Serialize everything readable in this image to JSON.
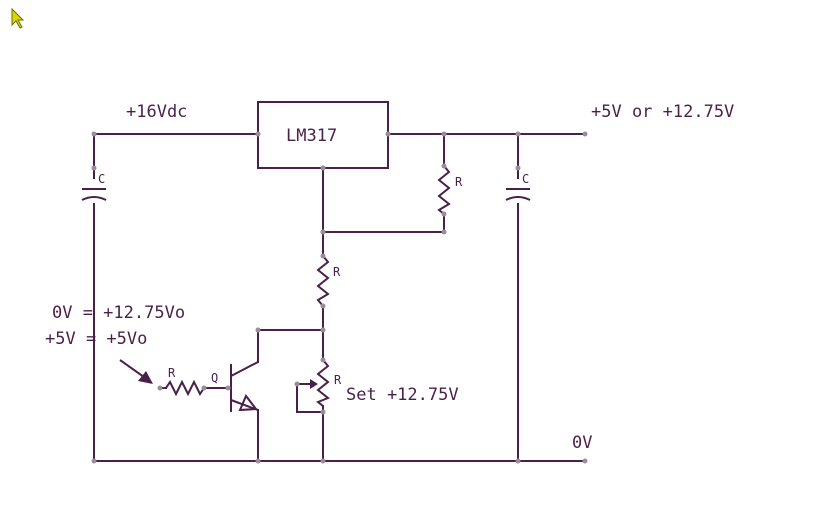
{
  "schematic": {
    "labels": {
      "vin": "+16Vdc",
      "vout": "+5V or +12.75V",
      "regulator": "LM317",
      "ground": "0V",
      "set_adjust": "Set +12.75V",
      "logic_low": "0V = +12.75Vo",
      "logic_high": "+5V = +5Vo"
    },
    "components": {
      "c_in": "C",
      "c_out": "C",
      "r_feedback": "R",
      "r_middle": "R",
      "r_pot": "R",
      "r_base": "R",
      "q": "Q"
    }
  },
  "colors": {
    "wire": "#4a1f4a",
    "node": "#9a8c9a",
    "cursor": "#d8d800"
  }
}
